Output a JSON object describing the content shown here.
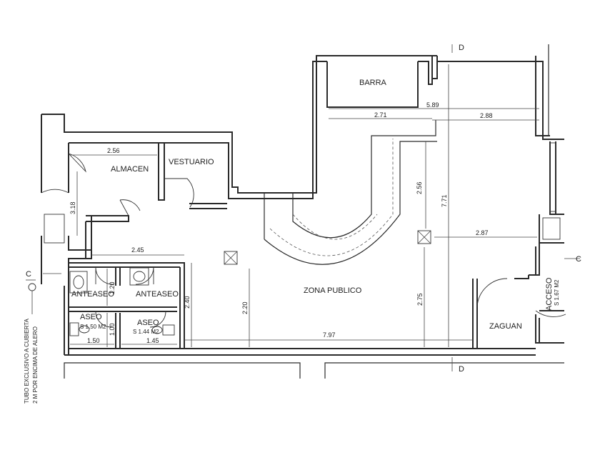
{
  "rooms": {
    "barra": "BARRA",
    "almacen": "ALMACEN",
    "vestuario": "VESTUARIO",
    "zona_publico": "ZONA PUBLICO",
    "anteaseo_1": "ANTEASEO",
    "anteaseo_2": "ANTEASEO",
    "aseo_1": "ASEO",
    "aseo_2": "ASEO",
    "aseo_1_area": "S 1.50 M2",
    "aseo_2_area": "S 1.44 M2",
    "zaguan": "ZAGUAN",
    "acceso": "ACCESO",
    "acceso_area": "S 1.67 M2"
  },
  "dimensions": {
    "d_5_89": "5.89",
    "d_2_71": "2.71",
    "d_2_88": "2.88",
    "d_2_56_top": "2.56",
    "d_3_18": "3.18",
    "d_2_56_v": "2.56",
    "d_7_71": "7.71",
    "d_2_87": "2.87",
    "d_2_45": "2.45",
    "d_2_40": "2.40",
    "d_2_20": "2.20",
    "d_2_75": "2.75",
    "d_1_20": "1.20",
    "d_1_00": "1.00",
    "d_7_97": "7.97",
    "d_1_50": "1.50",
    "d_1_45": "1.45"
  },
  "section_marks": {
    "c_left": "C",
    "c_right": "C",
    "d_top": "D",
    "d_bottom": "D"
  },
  "notes": {
    "tubo_line1": "TUBO EXCLUSIVO A CUBIERTA",
    "tubo_line2": "2 M POR ENCIMA DE ALERO"
  }
}
